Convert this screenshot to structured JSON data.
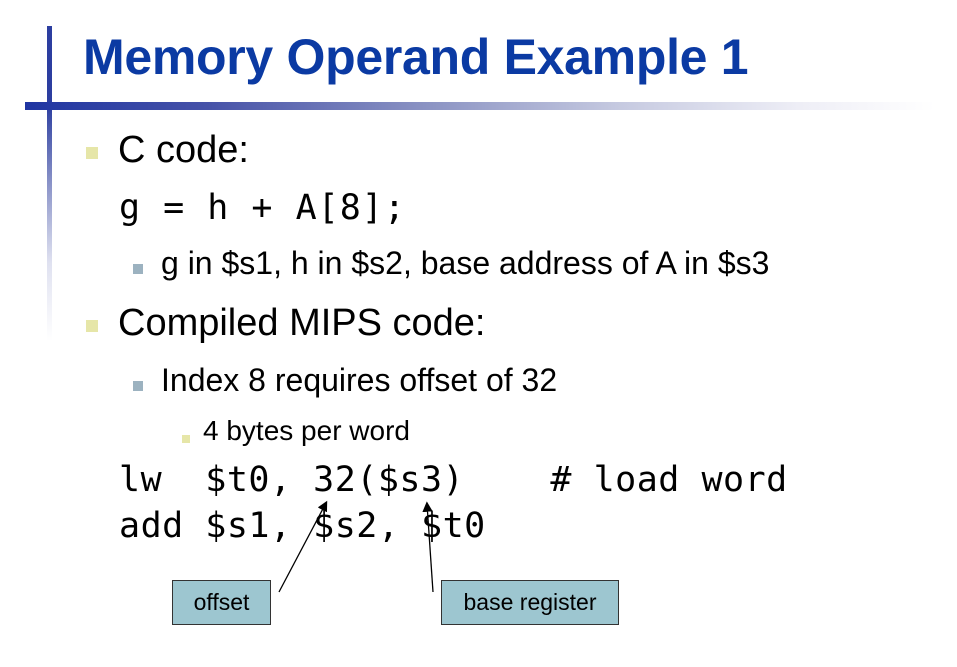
{
  "slide": {
    "title": "Memory Operand Example 1",
    "bullets": [
      {
        "level": 1,
        "text": "C code:",
        "code": "g = h + A[8];",
        "children": [
          {
            "level": 2,
            "text": "g in $s1, h in $s2, base address of A in $s3"
          }
        ]
      },
      {
        "level": 1,
        "text": "Compiled MIPS code:",
        "children": [
          {
            "level": 2,
            "text": "Index 8 requires offset of 32",
            "children": [
              {
                "level": 3,
                "text": "4 bytes per word"
              }
            ]
          }
        ]
      }
    ],
    "mips_code": [
      "lw  $t0, 32($s3)    # load word",
      "add $s1, $s2, $t0"
    ],
    "callouts": [
      {
        "label": "offset",
        "points_to": "32"
      },
      {
        "label": "base register",
        "points_to": "$s3"
      }
    ],
    "colors": {
      "title": "#0b3aa3",
      "rule_bar": "#1f35a2",
      "bullet_level1": "#e6e6a8",
      "bullet_level2": "#9cb2c0",
      "callout_fill": "#9dc6d0"
    }
  }
}
